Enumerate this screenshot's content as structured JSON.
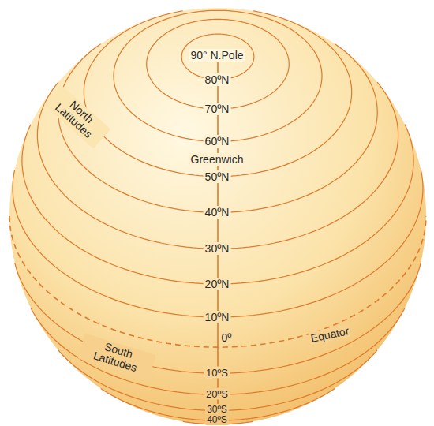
{
  "diagram": {
    "labels": [
      "90° N.Pole",
      "80ºN",
      "North Latitudes",
      "70ºN",
      "60ºN",
      "Greenwich",
      "50ºN",
      "40ºN",
      "30ºN",
      "20ºN",
      "10ºN",
      "South Latitudes",
      "0º",
      "Equator",
      "10ºS",
      "20ºS",
      "30ºS",
      "40ºS"
    ]
  }
}
